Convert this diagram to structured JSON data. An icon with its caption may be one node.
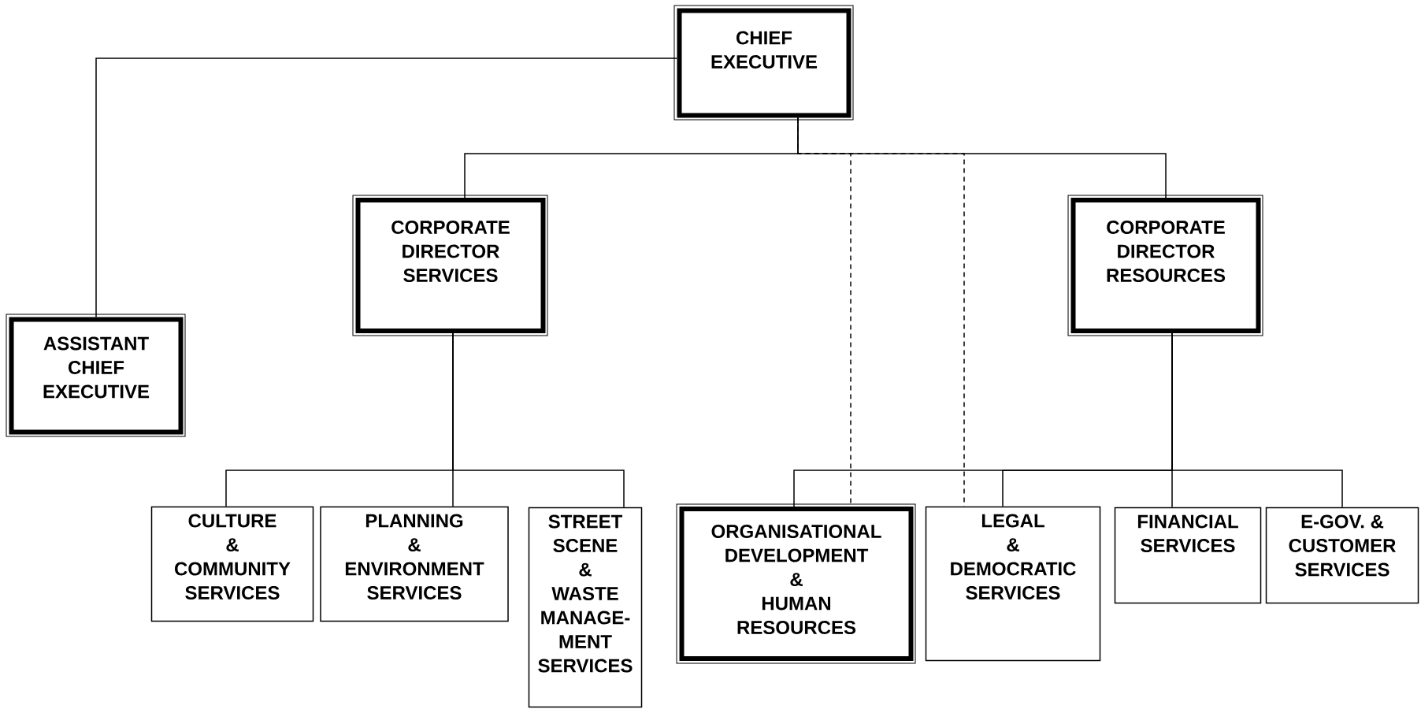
{
  "diagram": {
    "nodes": [
      {
        "text": [
          "CHIEF EXECUTIVE"
        ]
      },
      {
        "text": [
          "CORPORATE DIRECTOR SERVICES"
        ]
      },
      {
        "text": [
          "CORPORATE DIRECTOR RESOURCES"
        ]
      },
      {
        "text": [
          "ASSISTANT CHIEF EXECUTIVE"
        ]
      },
      {
        "text": [
          "CULTURE & COMMUNITY SERVICES"
        ]
      },
      {
        "text": [
          "PLANNING & ENVIRONMENT SERVICES"
        ]
      },
      {
        "text": [
          "STREET SCENE & WASTE MANAGE- MENT SERVICES"
        ]
      },
      {
        "text": [
          "ORGANISATIONAL DEVELOPMENT & HUMAN RESOURCES"
        ]
      },
      {
        "text": [
          "LEGAL & DEMOCRATIC SERVICES"
        ]
      },
      {
        "text": [
          "FINANCIAL SERVICES"
        ]
      },
      {
        "text": [
          "E-GOV. & CUSTOMER SERVICES"
        ]
      }
    ],
    "edges": [
      {
        "from": 0,
        "to": 3,
        "arrow": "none"
      },
      {
        "from": 0,
        "to": 1,
        "arrow": "none"
      },
      {
        "from": 0,
        "to": 2,
        "arrow": "none"
      },
      {
        "from": 0,
        "to": 7,
        "arrow": "none",
        "style": "dashed"
      },
      {
        "from": 0,
        "to": 8,
        "arrow": "none",
        "style": "dashed"
      },
      {
        "from": 1,
        "to": 4,
        "arrow": "none"
      },
      {
        "from": 1,
        "to": 5,
        "arrow": "none"
      },
      {
        "from": 1,
        "to": 6,
        "arrow": "none"
      },
      {
        "from": 2,
        "to": 7,
        "arrow": "none"
      },
      {
        "from": 2,
        "to": 8,
        "arrow": "none"
      },
      {
        "from": 2,
        "to": 9,
        "arrow": "none"
      },
      {
        "from": 2,
        "to": 10,
        "arrow": "none"
      }
    ]
  }
}
